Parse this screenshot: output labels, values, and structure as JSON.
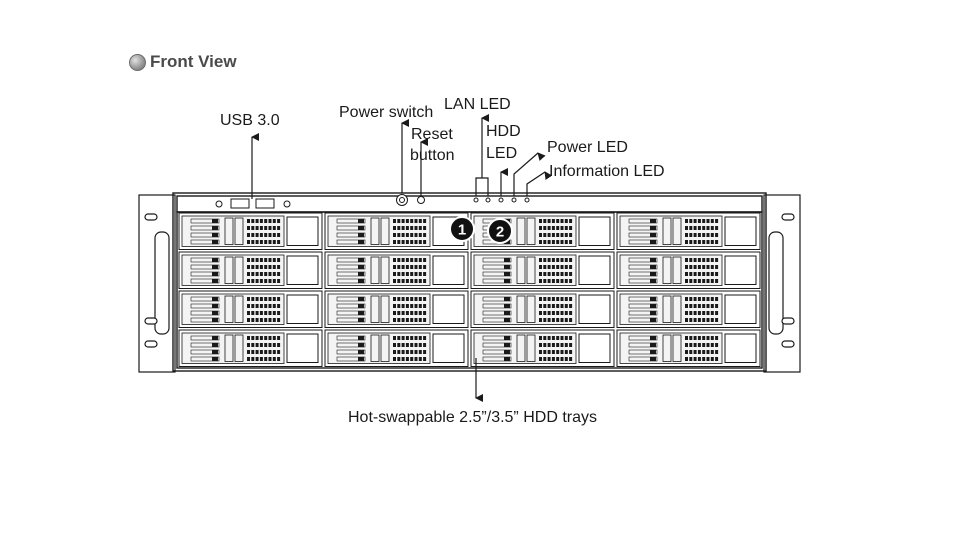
{
  "heading": "Front View",
  "labels": {
    "usb": "USB 3.0",
    "power_switch": "Power switch",
    "reset_line1": "Reset",
    "reset_line2": "button",
    "lan_led": "LAN LED",
    "hdd_line1": "HDD",
    "hdd_line2": "LED",
    "power_led": "Power LED",
    "information_led": "Information LED",
    "hdd_trays": "Hot-swappable 2.5”/3.5” HDD trays"
  },
  "badges": [
    "1",
    "2"
  ],
  "colors": {
    "line": "#1a1a1a",
    "bay": "#f4f4f4",
    "badge": "#111111"
  }
}
